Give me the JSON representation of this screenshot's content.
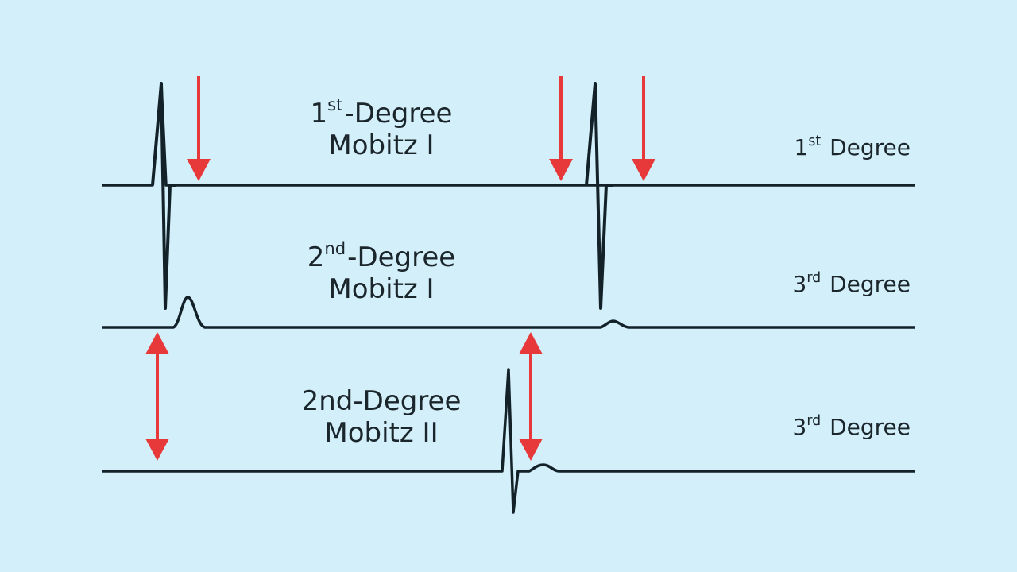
{
  "colors": {
    "background": "#d3eff9",
    "trace": "#132228",
    "arrow": "#e8393a",
    "text": "#1b262c"
  },
  "rows": [
    {
      "title_main": "1",
      "title_sup": "st",
      "title_rest": "-Degree",
      "subtitle": "Mobitz I",
      "right_main": "1",
      "right_sup": "st",
      "right_rest": " Degree"
    },
    {
      "title_main": "2",
      "title_sup": "nd",
      "title_rest": "-Degree",
      "subtitle": "Mobitz I",
      "right_main": "3",
      "right_sup": "rd",
      "right_rest": " Degree"
    },
    {
      "title_main": "2nd-Degree",
      "title_sup": "",
      "title_rest": "",
      "subtitle": "Mobitz II",
      "right_main": "3",
      "right_sup": "rd",
      "right_rest": " Degree"
    }
  ]
}
